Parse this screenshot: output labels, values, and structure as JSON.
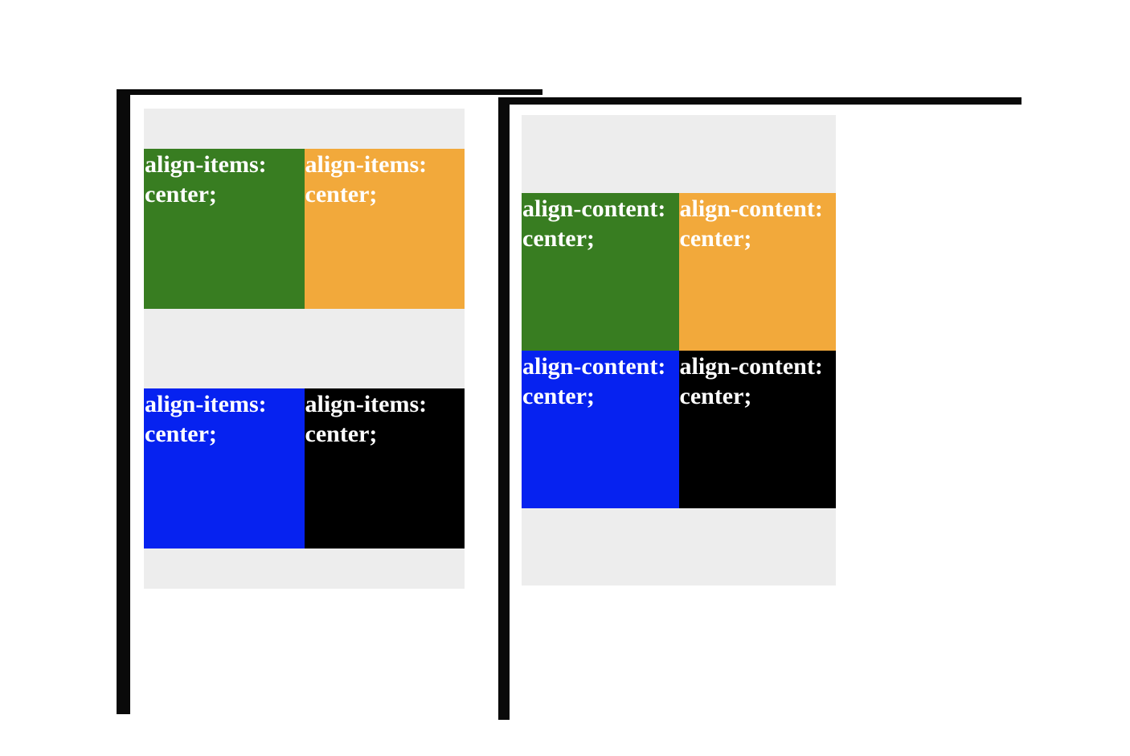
{
  "page": {
    "background": "#ffffff",
    "text_color": "#ffffff",
    "border_color": "#0a0a0a",
    "container_color": "#ededed"
  },
  "panels": [
    {
      "id": "align-items-demo",
      "demonstrated_property": "align-items: center;",
      "container_color": "#ededed",
      "border_color": "#0a0a0a",
      "boxes": [
        {
          "label": "align-items: center;",
          "color": "#387d21"
        },
        {
          "label": "align-items: center;",
          "color": "#f2a93b"
        },
        {
          "label": "align-items: center;",
          "color": "#0622f0"
        },
        {
          "label": "align-items: center;",
          "color": "#000000"
        }
      ]
    },
    {
      "id": "align-content-demo",
      "demonstrated_property": "align-content: center;",
      "container_color": "#ededed",
      "border_color": "#0a0a0a",
      "boxes": [
        {
          "label": "align-content: center;",
          "color": "#387d21"
        },
        {
          "label": "align-content: center;",
          "color": "#f2a93b"
        },
        {
          "label": "align-content: center;",
          "color": "#0622f0"
        },
        {
          "label": "align-content: center;",
          "color": "#000000"
        }
      ]
    }
  ]
}
